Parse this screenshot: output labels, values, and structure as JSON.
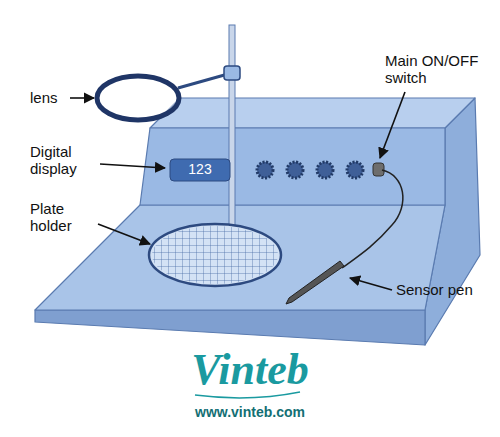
{
  "diagram": {
    "labels": [
      "lens",
      "Digital display",
      "Plate holder",
      "Main ON/OFF switch",
      "Sensor pen",
      "123",
      "Vinteb",
      "www.vinteb.com"
    ]
  }
}
